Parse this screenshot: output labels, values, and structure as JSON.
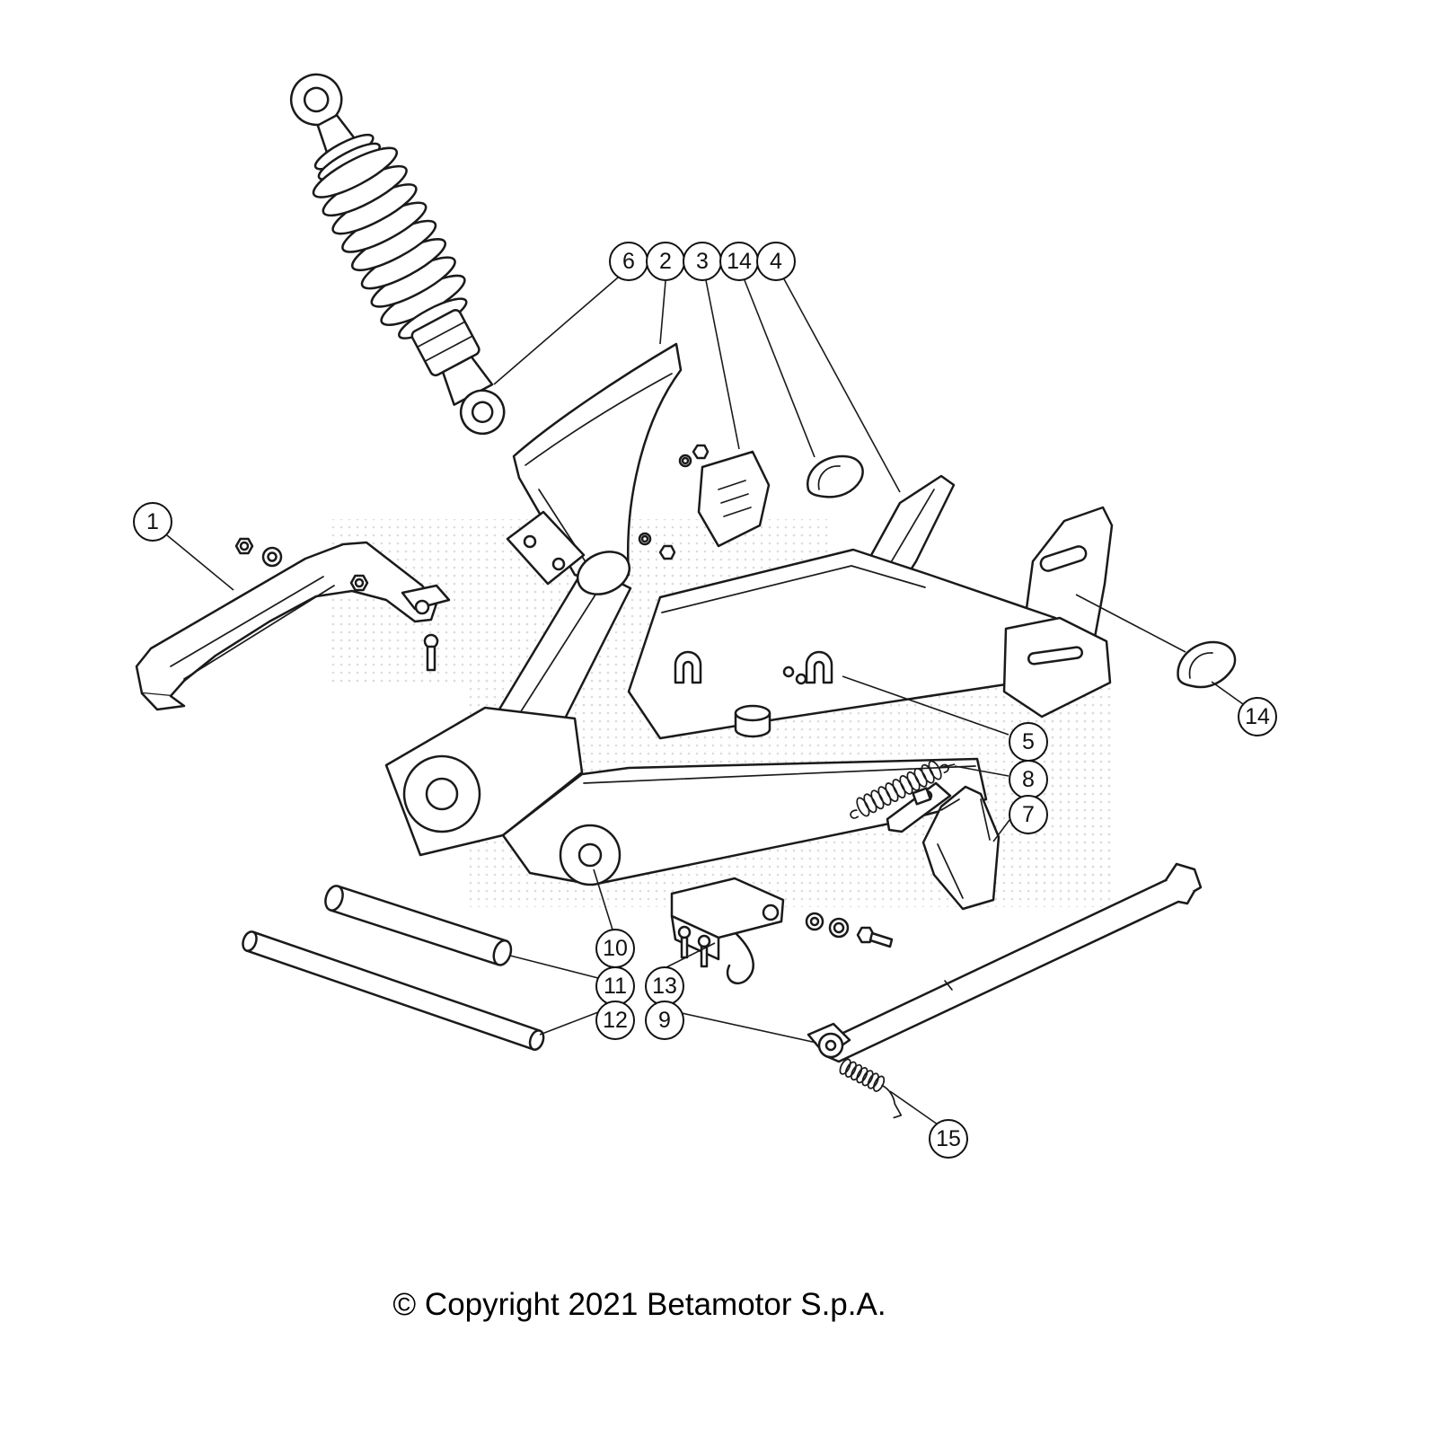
{
  "diagram": {
    "type": "exploded-parts-diagram",
    "callouts": [
      {
        "label": "6"
      },
      {
        "label": "2"
      },
      {
        "label": "3"
      },
      {
        "label": "14"
      },
      {
        "label": "4"
      },
      {
        "label": "1"
      },
      {
        "label": "14"
      },
      {
        "label": "5"
      },
      {
        "label": "8"
      },
      {
        "label": "7"
      },
      {
        "label": "10"
      },
      {
        "label": "11"
      },
      {
        "label": "13"
      },
      {
        "label": "12"
      },
      {
        "label": "9"
      },
      {
        "label": "15"
      }
    ]
  },
  "footer": {
    "copyright": "© Copyright 2021 Betamotor S.p.A."
  },
  "colors": {
    "line": "#1a1a1a",
    "background": "#ffffff",
    "halftone": "#c9c9c9"
  }
}
